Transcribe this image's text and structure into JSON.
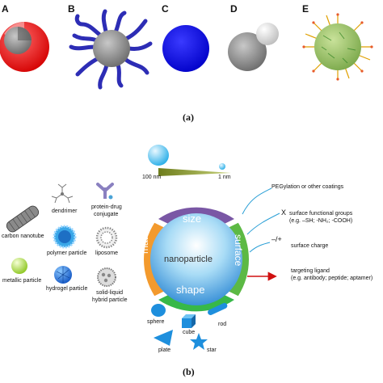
{
  "figure": {
    "panel_a": {
      "caption": "(a)",
      "letters": [
        "A",
        "B",
        "C",
        "D",
        "E"
      ]
    },
    "panel_b": {
      "caption": "(b)",
      "size_scale": {
        "large": "100 nm",
        "small": "1 nm"
      },
      "wheel": {
        "center": "nanoparticle",
        "segments": {
          "top": "size",
          "right": "surface",
          "bottom": "shape",
          "left": "material"
        },
        "colors": {
          "size": "#7a57a5",
          "surface": "#5cb944",
          "shape": "#37b848",
          "material": "#f39a2d",
          "center": "#2e8fd6"
        }
      },
      "materials": {
        "carbon_nanotube": "carbon nanotube",
        "dendrimer": "dendrimer",
        "protein_drug_1": "protein-drug",
        "protein_drug_2": "conjugate",
        "polymer_particle": "polymer particle",
        "liposome": "liposome",
        "metallic_particle": "metallic particle",
        "hydrogel_particle": "hydrogel particle",
        "solid_liquid_1": "solid-liquid",
        "solid_liquid_2": "hybrid particle"
      },
      "surface": {
        "pegylation": "PEGylation or other coatings",
        "functional_marker": "X",
        "functional_1": "surface functional groups",
        "functional_2": "(e.g. –SH; -NH₂; -COOH)",
        "charge_symbols": "–/+",
        "charge": "surface charge",
        "ligand_1": "targeting ligand",
        "ligand_2": "(e.g. antibody; peptide; aptamer)"
      },
      "shapes": {
        "sphere": "sphere",
        "cube": "cube",
        "rod": "rod",
        "plate": "plate",
        "star": "star"
      }
    }
  }
}
